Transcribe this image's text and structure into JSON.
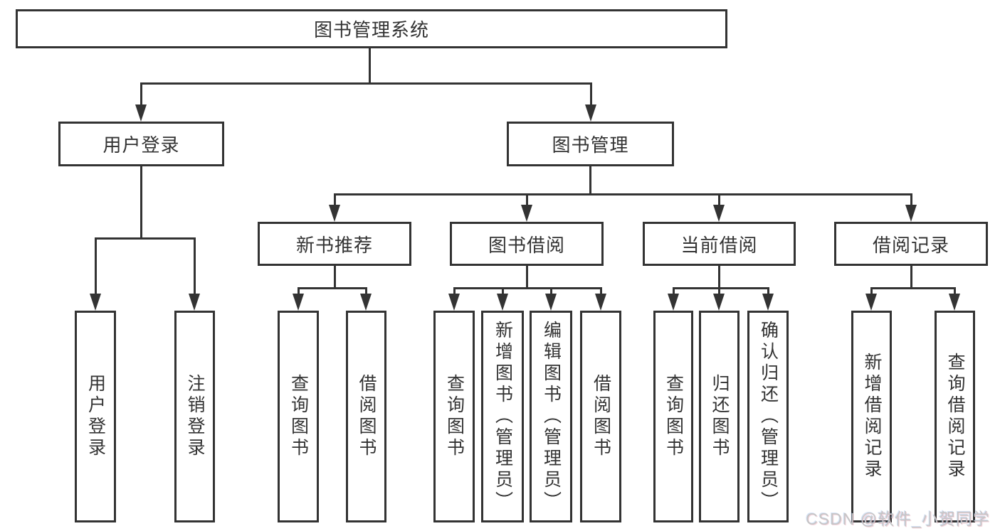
{
  "nodes": [
    {
      "id": "root",
      "label": "图书管理系统"
    },
    {
      "id": "user-login",
      "label": "用户登录"
    },
    {
      "id": "book-mgmt",
      "label": "图书管理"
    },
    {
      "id": "new-book-rec",
      "label": "新书推荐"
    },
    {
      "id": "book-borrow",
      "label": "图书借阅"
    },
    {
      "id": "current-borrow",
      "label": "当前借阅"
    },
    {
      "id": "borrow-records",
      "label": "借阅记录"
    },
    {
      "id": "leaf-user-login",
      "label": "用户登录"
    },
    {
      "id": "leaf-logout",
      "label": "注销登录"
    },
    {
      "id": "leaf-nb-query",
      "label": "查询图书"
    },
    {
      "id": "leaf-nb-borrow",
      "label": "借阅图书"
    },
    {
      "id": "leaf-bb-query",
      "label": "查询图书"
    },
    {
      "id": "leaf-bb-add",
      "label": "新增图书（管理员）"
    },
    {
      "id": "leaf-bb-edit",
      "label": "编辑图书（管理员）"
    },
    {
      "id": "leaf-bb-borrow",
      "label": "借阅图书"
    },
    {
      "id": "leaf-cb-query",
      "label": "查询图书"
    },
    {
      "id": "leaf-cb-return",
      "label": "归还图书"
    },
    {
      "id": "leaf-cb-confirm",
      "label": "确认归还（管理员）"
    },
    {
      "id": "leaf-br-add",
      "label": "新增借阅记录"
    },
    {
      "id": "leaf-br-query",
      "label": "查询借阅记录"
    }
  ],
  "hierarchy": {
    "图书管理系统": {
      "用户登录": [
        "用户登录",
        "注销登录"
      ],
      "图书管理": {
        "新书推荐": [
          "查询图书",
          "借阅图书"
        ],
        "图书借阅": [
          "查询图书",
          "新增图书（管理员）",
          "编辑图书（管理员）",
          "借阅图书"
        ],
        "当前借阅": [
          "查询图书",
          "归还图书",
          "确认归还（管理员）"
        ],
        "借阅记录": [
          "新增借阅记录",
          "查询借阅记录"
        ]
      }
    }
  },
  "watermark": {
    "text": "CSDN @软件_小贺同学"
  },
  "colors": {
    "line": "#333333",
    "text": "#333333",
    "background": "#ffffff",
    "watermark": "#c6c6c6"
  }
}
